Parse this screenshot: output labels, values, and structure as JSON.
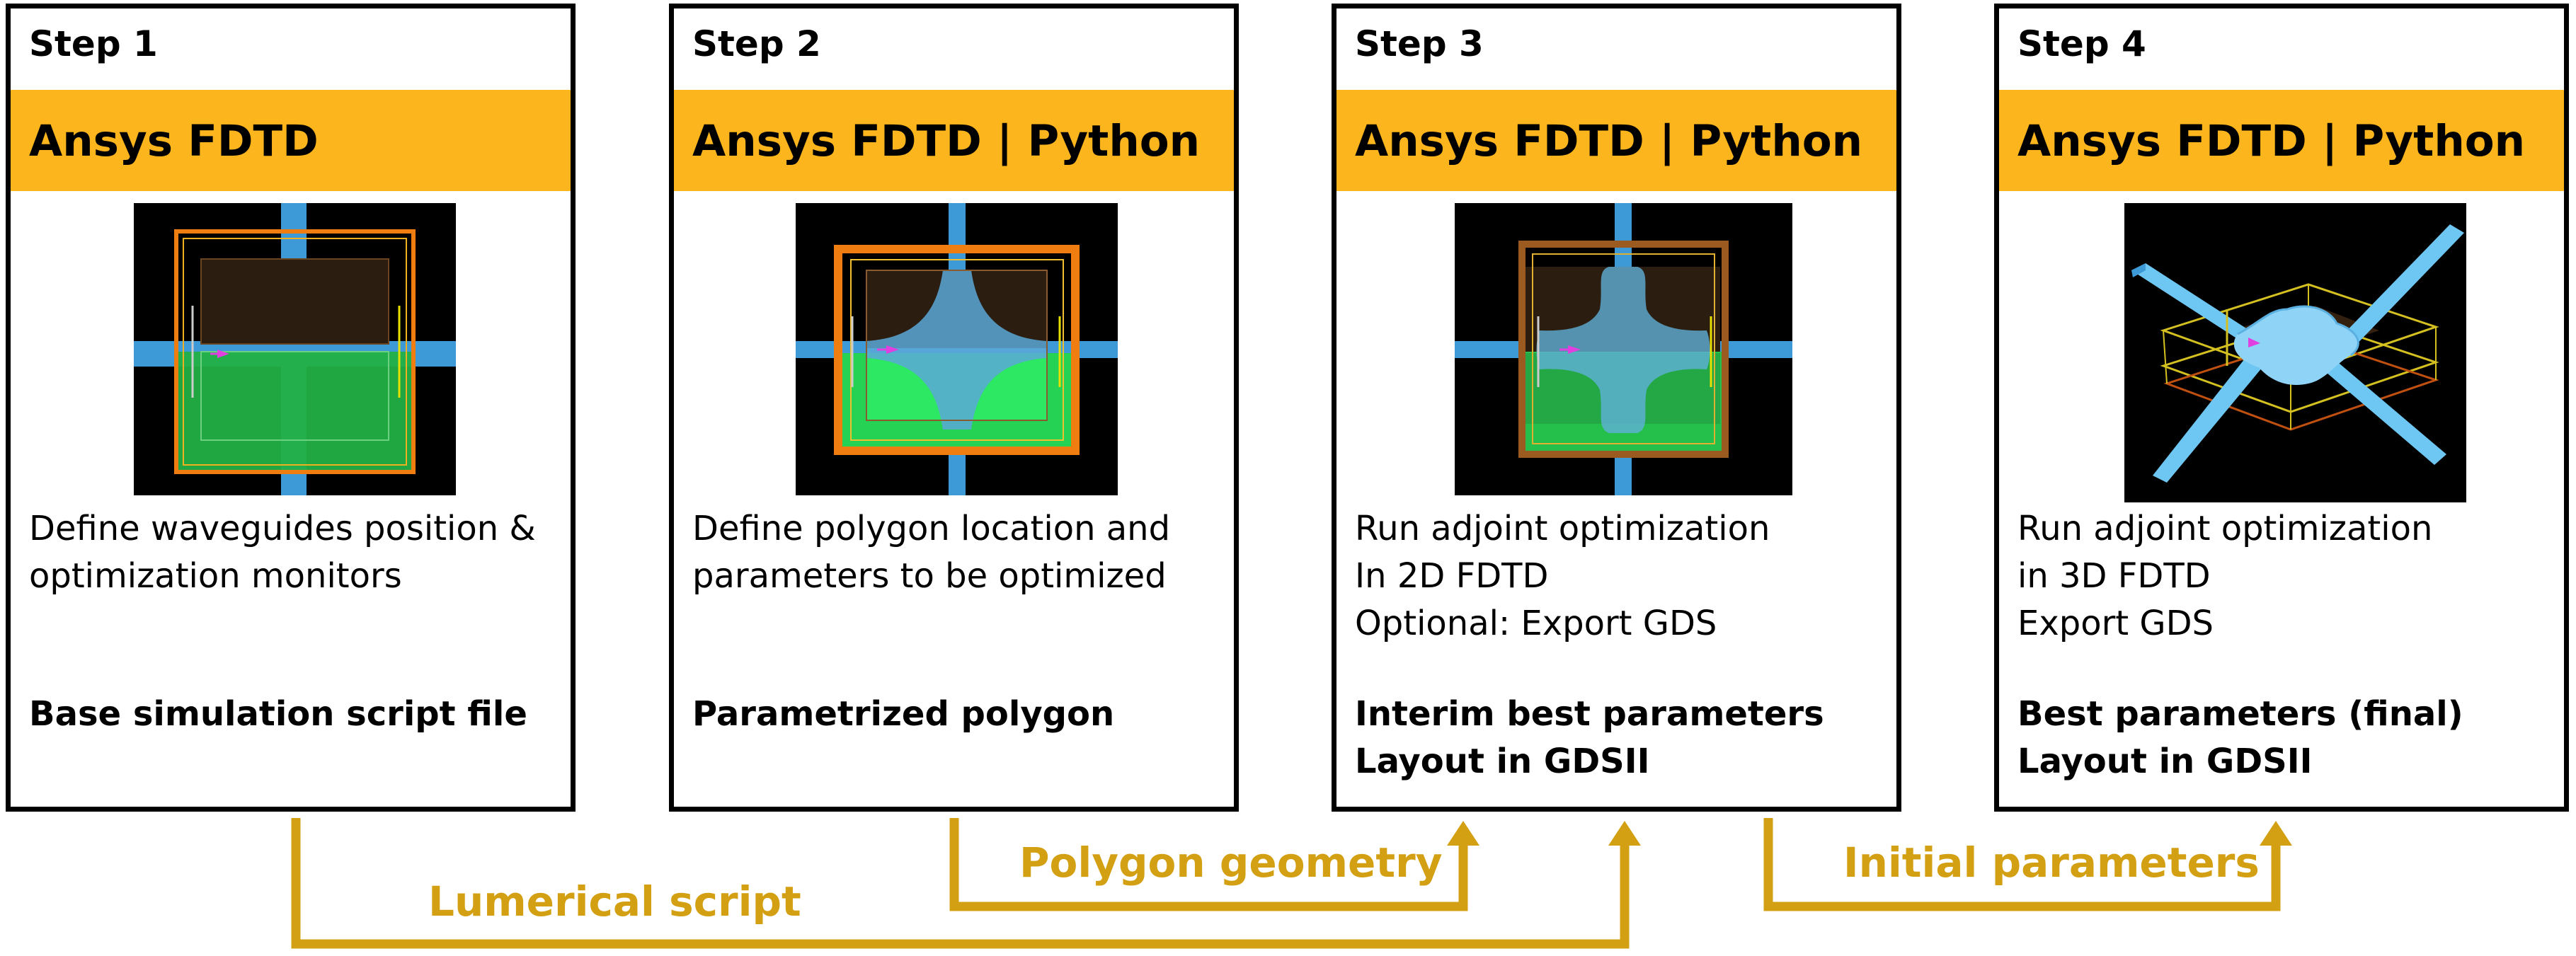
{
  "colors": {
    "card_border": "#000000",
    "tool_bar": "#fcb51c",
    "arrow": "#d4a013",
    "waveguide": "#3d9ad7",
    "green_monitor": "#25d253",
    "orange_region": "#f07d10",
    "background_sim": "#000000"
  },
  "steps": [
    {
      "step": "Step 1",
      "tool": "Ansys FDTD",
      "image": "simulation-region-icon",
      "desc": [
        "Define waveguides position &",
        "optimization monitors"
      ],
      "output": [
        "Base simulation script file"
      ]
    },
    {
      "step": "Step 2",
      "tool": "Ansys FDTD  |  Python",
      "image": "polygon-geometry-icon",
      "desc": [
        "Define polygon location and",
        "parameters to be optimized"
      ],
      "output": [
        "Parametrized polygon"
      ]
    },
    {
      "step": "Step 3",
      "tool": "Ansys FDTD  |  Python",
      "image": "optimized-2d-shape-icon",
      "desc": [
        "Run adjoint optimization",
        "In 2D FDTD",
        "Optional: Export GDS"
      ],
      "output": [
        "Interim best parameters",
        "Layout in GDSII"
      ]
    },
    {
      "step": "Step 4",
      "tool": "Ansys FDTD  |  Python",
      "image": "optimized-3d-crossing-icon",
      "desc": [
        "Run adjoint optimization",
        "in 3D FDTD",
        "Export GDS"
      ],
      "output": [
        "Best parameters (final)",
        "Layout in GDSII"
      ]
    }
  ],
  "arrows": {
    "lumerical_script": "Lumerical script",
    "polygon_geometry": "Polygon geometry",
    "initial_parameters": "Initial parameters"
  }
}
